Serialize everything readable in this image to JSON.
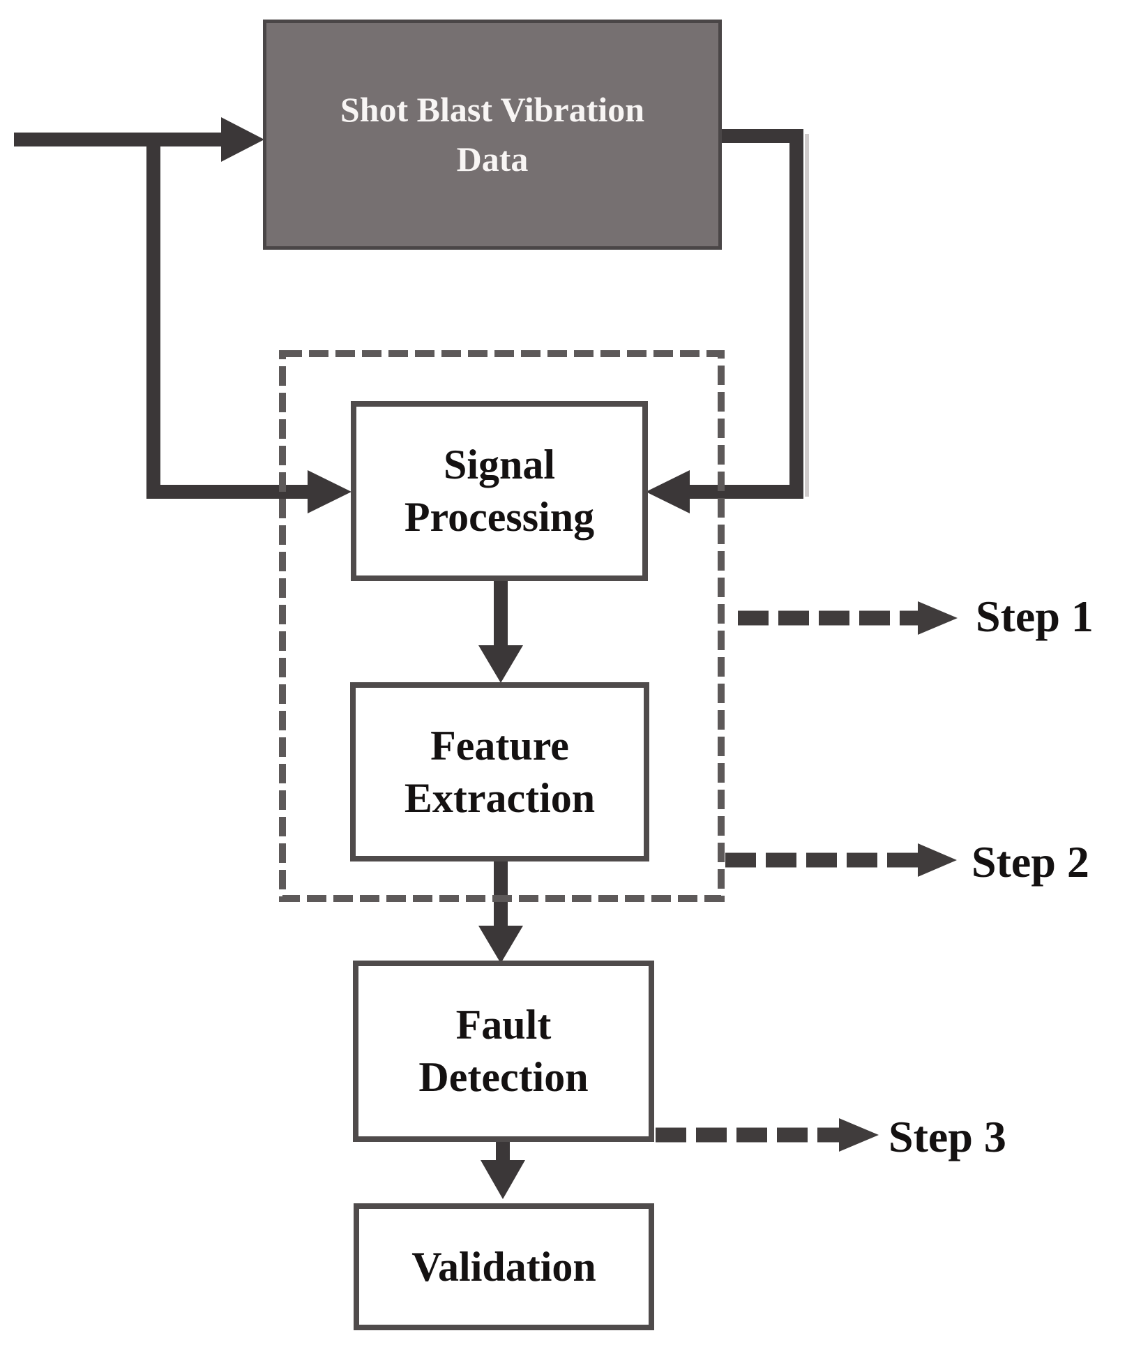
{
  "nodes": {
    "source": {
      "line1": "Shot Blast Vibration",
      "line2": "Data"
    },
    "signal": {
      "line1": "Signal",
      "line2": "Processing"
    },
    "feature": {
      "line1": "Feature",
      "line2": "Extraction"
    },
    "fault": {
      "line1": "Fault",
      "line2": "Detection"
    },
    "validation": {
      "line1": "Validation"
    }
  },
  "steps": {
    "step1": "Step 1",
    "step2": "Step 2",
    "step3": "Step 3"
  },
  "edges": [
    {
      "from": "external-input",
      "to": "source",
      "style": "solid-arrow"
    },
    {
      "from": "external-input",
      "to": "signal",
      "style": "solid-arrow",
      "via": "left-branch"
    },
    {
      "from": "source",
      "to": "signal",
      "style": "solid-arrow",
      "via": "right-branch"
    },
    {
      "from": "signal",
      "to": "feature",
      "style": "solid-arrow"
    },
    {
      "from": "feature",
      "to": "fault",
      "style": "solid-arrow"
    },
    {
      "from": "fault",
      "to": "validation",
      "style": "solid-arrow"
    },
    {
      "from": "dashed-stage-region",
      "to": "step1",
      "style": "dashed-arrow"
    },
    {
      "from": "dashed-stage-region",
      "to": "step2",
      "style": "dashed-arrow"
    },
    {
      "from": "fault",
      "to": "step3",
      "style": "dashed-arrow"
    }
  ],
  "colors": {
    "canvas_bg": "#ffffff",
    "source_fill": "#767071",
    "source_border": "#4a4647",
    "source_text": "#f8f5f4",
    "box_fill": "#ffffff",
    "box_border": "#4f4b4b",
    "connector": "#3b3738",
    "step_connector": "#403c3c",
    "dashed_border": "#5d5959",
    "label_text": "#141111",
    "shadow": "#cfcbcb"
  }
}
